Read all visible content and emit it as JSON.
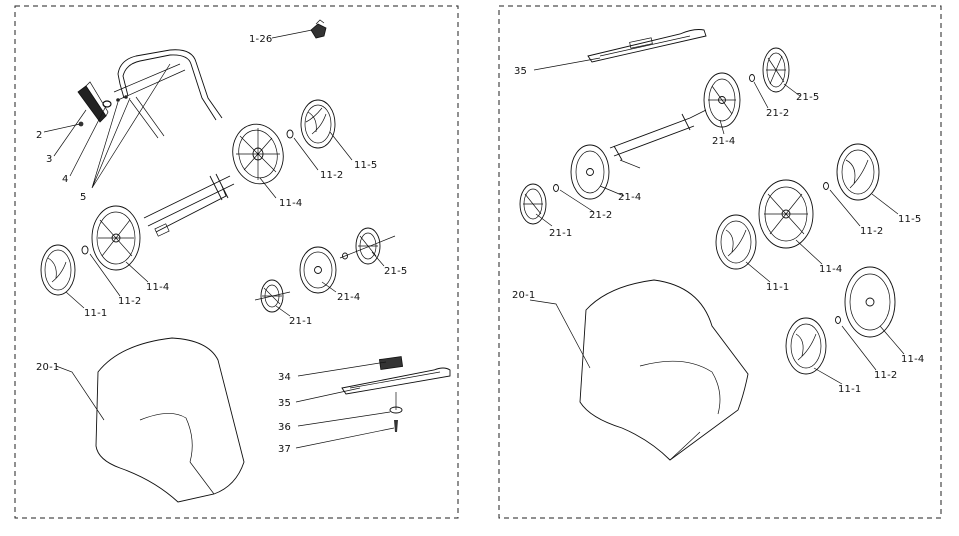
{
  "left_panel": {
    "labels": {
      "l_1_26": "1-26",
      "l_2": "2",
      "l_3": "3",
      "l_4": "4",
      "l_5": "5",
      "l_11_4_top": "11-4",
      "l_11_2_top": "11-2",
      "l_11_5": "11-5",
      "l_11_1": "11-1",
      "l_11_2_bot": "11-2",
      "l_11_4_bot": "11-4",
      "l_21_5": "21-5",
      "l_21_4": "21-4",
      "l_21_1": "21-1",
      "l_20_1": "20-1",
      "l_34": "34",
      "l_35": "35",
      "l_36": "36",
      "l_37": "37"
    }
  },
  "right_panel": {
    "labels": {
      "l_35": "35",
      "l_21_5": "21-5",
      "l_21_2_top": "21-2",
      "l_21_4_top": "21-4",
      "l_21_4_mid": "21-4",
      "l_21_2_mid": "21-2",
      "l_21_1": "21-1",
      "l_11_5": "11-5",
      "l_11_2_top": "11-2",
      "l_11_4_top": "11-4",
      "l_11_1_top": "11-1",
      "l_20_1": "20-1",
      "l_11_4_bot": "11-4",
      "l_11_2_bot": "11-2",
      "l_11_1_bot": "11-1"
    }
  }
}
